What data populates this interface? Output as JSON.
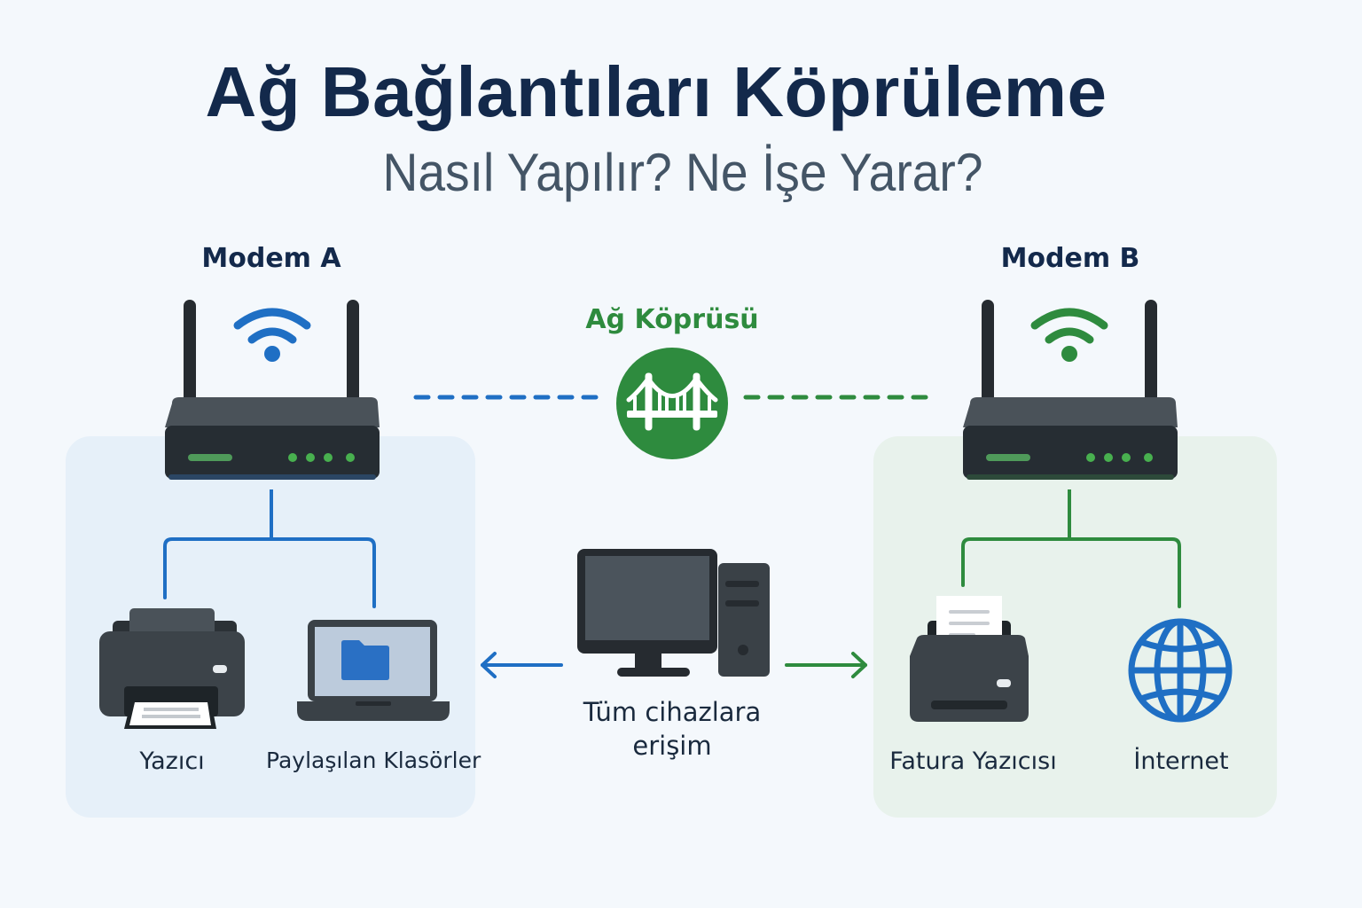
{
  "header": {
    "title": "Ağ Bağlantıları Köprüleme",
    "subtitle": "Nasıl Yapılır? Ne İşe Yarar?"
  },
  "colors": {
    "background": "#f4f8fc",
    "title": "#13294b",
    "subtitle": "#445566",
    "blue_accent": "#1f6fc4",
    "green_accent": "#2e8b3e",
    "device_dark": "#2f363d",
    "panel_a": "#e6f0f9",
    "panel_b": "#e8f2ec"
  },
  "modem_a": {
    "label": "Modem A",
    "wifi_icon": "wifi-icon-blue",
    "devices": [
      {
        "label": "Yazıcı",
        "icon": "printer-icon"
      },
      {
        "label": "Paylaşılan Klasörler",
        "icon": "laptop-folder-icon"
      }
    ]
  },
  "bridge": {
    "label": "Ağ Köprüsü",
    "icon": "bridge-icon"
  },
  "center": {
    "icon": "desktop-computer-icon",
    "label_line1": "Tüm cihazlara",
    "label_line2": "erişim"
  },
  "modem_b": {
    "label": "Modem B",
    "wifi_icon": "wifi-icon-green",
    "devices": [
      {
        "label": "Fatura Yazıcısı",
        "icon": "receipt-printer-icon"
      },
      {
        "label": "İnternet",
        "icon": "globe-icon"
      }
    ]
  }
}
